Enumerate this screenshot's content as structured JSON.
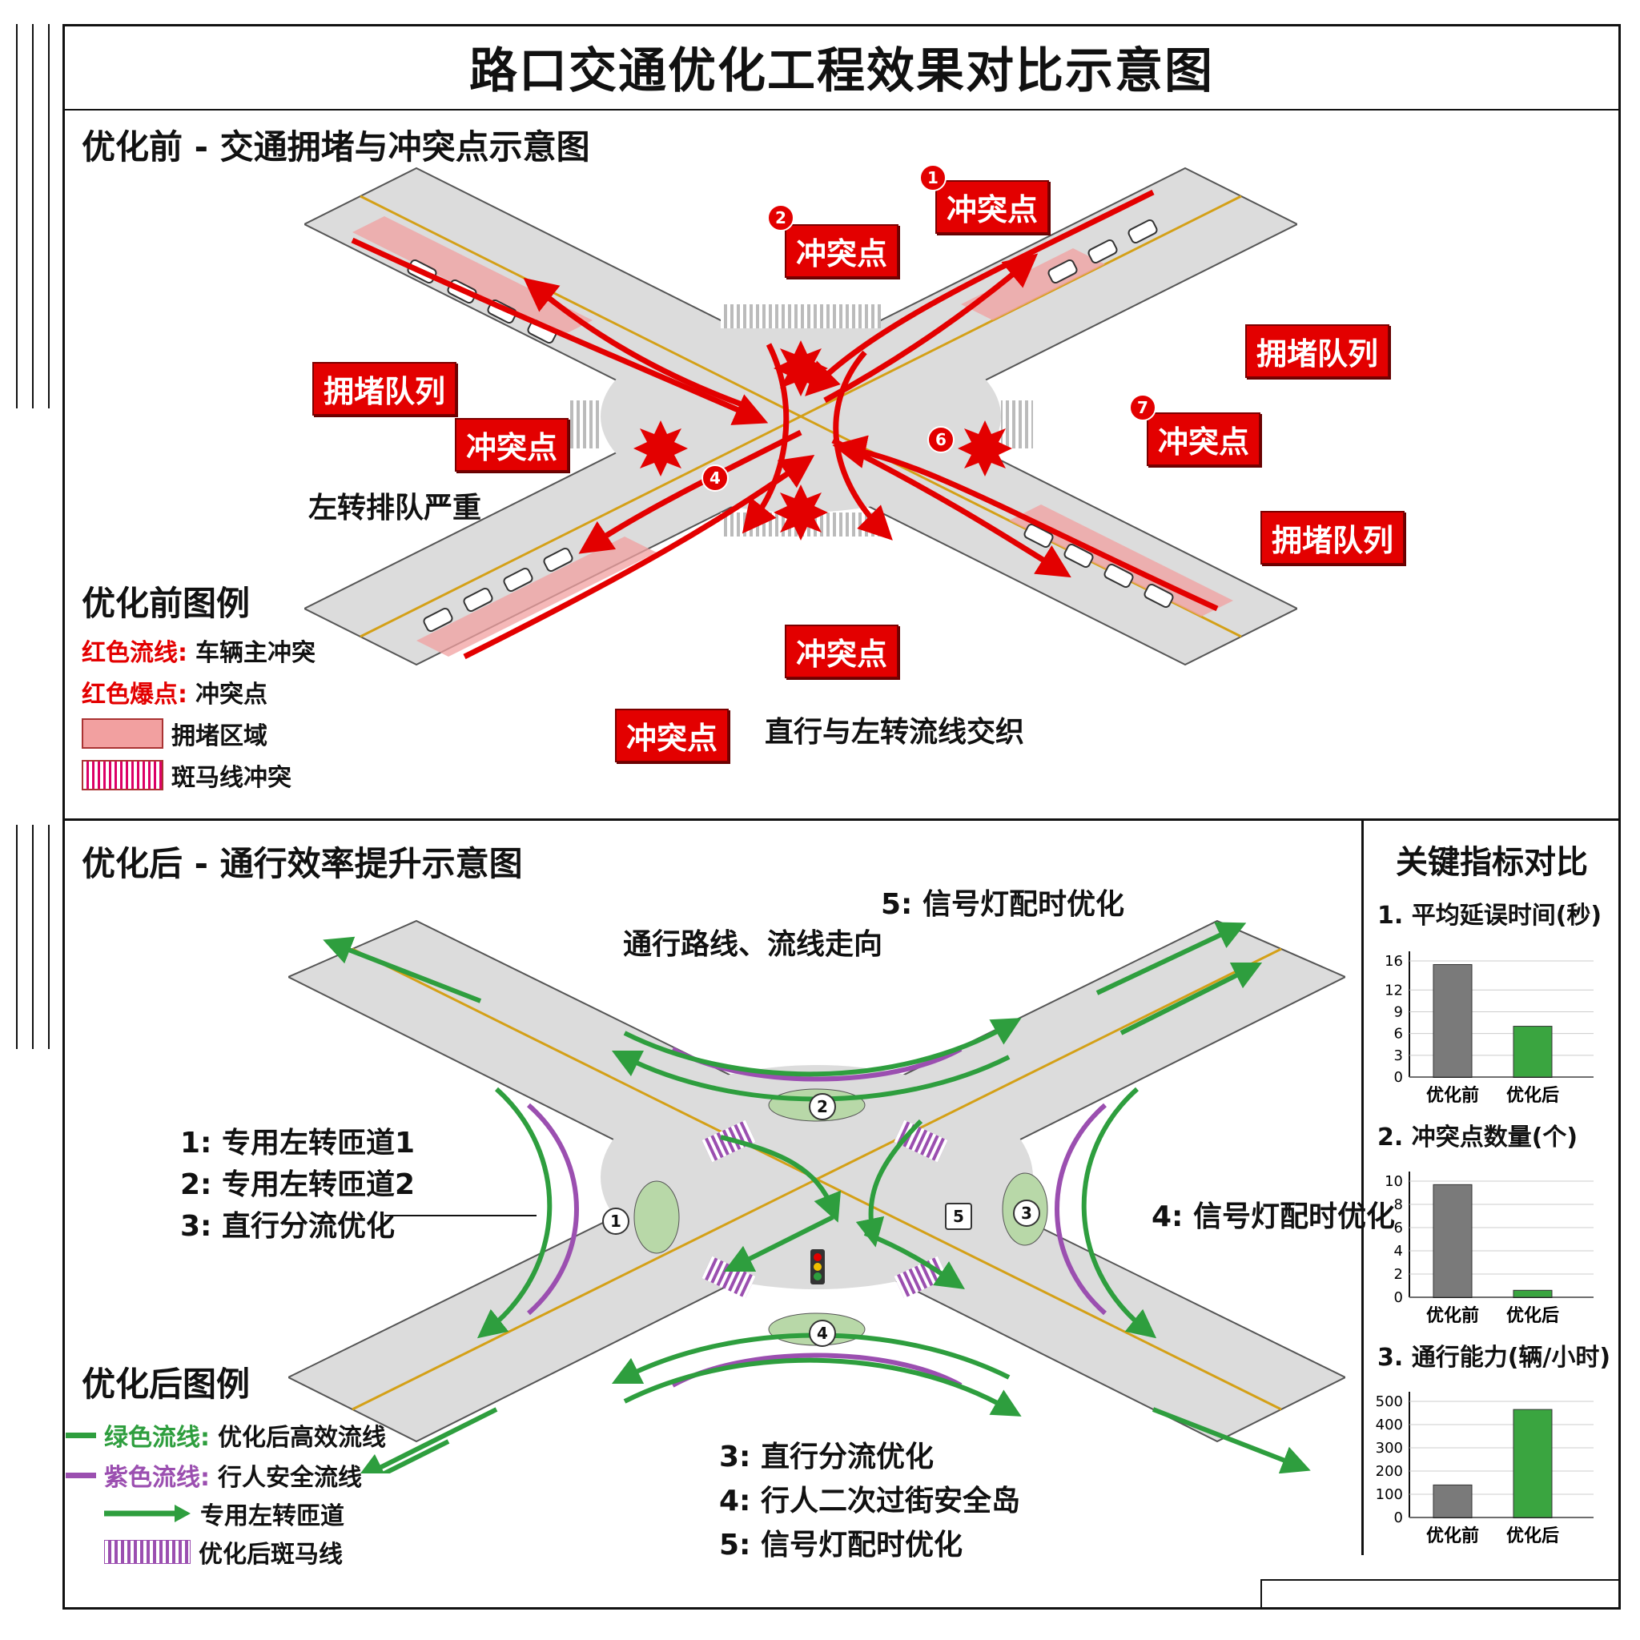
{
  "title": "路口交通优化工程效果对比示意图",
  "before": {
    "section_title": "优化前 - 交通拥堵与冲突点示意图",
    "callouts": [
      {
        "num": "1",
        "text": "冲突点"
      },
      {
        "num": "2",
        "text": "冲突点"
      },
      {
        "num": "",
        "text": "冲突点"
      },
      {
        "num": "7",
        "text": "冲突点"
      },
      {
        "num": "",
        "text": "冲突点"
      },
      {
        "num": "",
        "text": "冲突点"
      }
    ],
    "marker_nums": [
      "4",
      "6"
    ],
    "queue_labels": [
      "拥堵队列",
      "拥堵队列",
      "拥堵队列"
    ],
    "notes": [
      "左转排队严重",
      "直行与左转流线交织"
    ],
    "legend_title": "优化前图例",
    "legend": [
      {
        "key": "红色流线:",
        "text": "车辆主冲突"
      },
      {
        "key": "红色爆点:",
        "text": "冲突点"
      },
      {
        "key": "",
        "text": "拥堵区域"
      },
      {
        "key": "",
        "text": "斑马线冲突"
      }
    ],
    "colors": {
      "conflict": "#e30000",
      "congestion": "#f2a0a0"
    }
  },
  "after": {
    "section_title": "优化后 - 通行效率提升示意图",
    "top_labels": [
      "5: 信号灯配时优化",
      "通行路线、流线走向"
    ],
    "left_labels": [
      "1: 专用左转匝道1",
      "2: 专用左转匝道2",
      "3: 直行分流优化"
    ],
    "right_label": "4: 信号灯配时优化",
    "bottom_labels": [
      "3: 直行分流优化",
      "4: 行人二次过街安全岛",
      "5: 信号灯配时优化"
    ],
    "island_nums": [
      "1",
      "2",
      "3",
      "4",
      "5"
    ],
    "legend_title": "优化后图例",
    "legend": [
      {
        "key": "绿色流线:",
        "text": "优化后高效流线"
      },
      {
        "key": "紫色流线:",
        "text": "行人安全流线"
      },
      {
        "key": "",
        "text": "专用左转匝道"
      },
      {
        "key": "",
        "text": "优化后斑马线"
      }
    ],
    "colors": {
      "flow": "#2e9e3e",
      "pedestrian": "#9b4fb0"
    }
  },
  "kpi": {
    "heading": "关键指标对比",
    "charts": [
      {
        "title": "1. 平均延误时间(秒)",
        "ticks": [
          "0",
          "3",
          "6",
          "9",
          "12",
          "16"
        ],
        "ymax": 16,
        "categories": [
          "优化前",
          "优化后"
        ],
        "values": [
          15.5,
          7
        ]
      },
      {
        "title": "2. 冲突点数量(个)",
        "ticks": [
          "0",
          "2",
          "4",
          "6",
          "8",
          "10"
        ],
        "ymax": 10,
        "categories": [
          "优化前",
          "优化后"
        ],
        "values": [
          9.7,
          0.6
        ]
      },
      {
        "title": "3. 通行能力(辆/小时)",
        "ticks": [
          "0",
          "100",
          "200",
          "300",
          "400",
          "500"
        ],
        "ymax": 500,
        "categories": [
          "优化前",
          "优化后"
        ],
        "values": [
          140,
          465
        ]
      }
    ],
    "colors": {
      "before": "#7a7a7a",
      "after": "#3aa540"
    }
  },
  "chart_data": [
    {
      "type": "bar",
      "title": "1. 平均延误时间(秒)",
      "categories": [
        "优化前",
        "优化后"
      ],
      "values": [
        15.5,
        7
      ],
      "ylim": [
        0,
        16
      ]
    },
    {
      "type": "bar",
      "title": "2. 冲突点数量(个)",
      "categories": [
        "优化前",
        "优化后"
      ],
      "values": [
        9.7,
        0.6
      ],
      "ylim": [
        0,
        10
      ]
    },
    {
      "type": "bar",
      "title": "3. 通行能力(辆/小时)",
      "categories": [
        "优化前",
        "优化后"
      ],
      "values": [
        140,
        465
      ],
      "ylim": [
        0,
        500
      ]
    }
  ]
}
